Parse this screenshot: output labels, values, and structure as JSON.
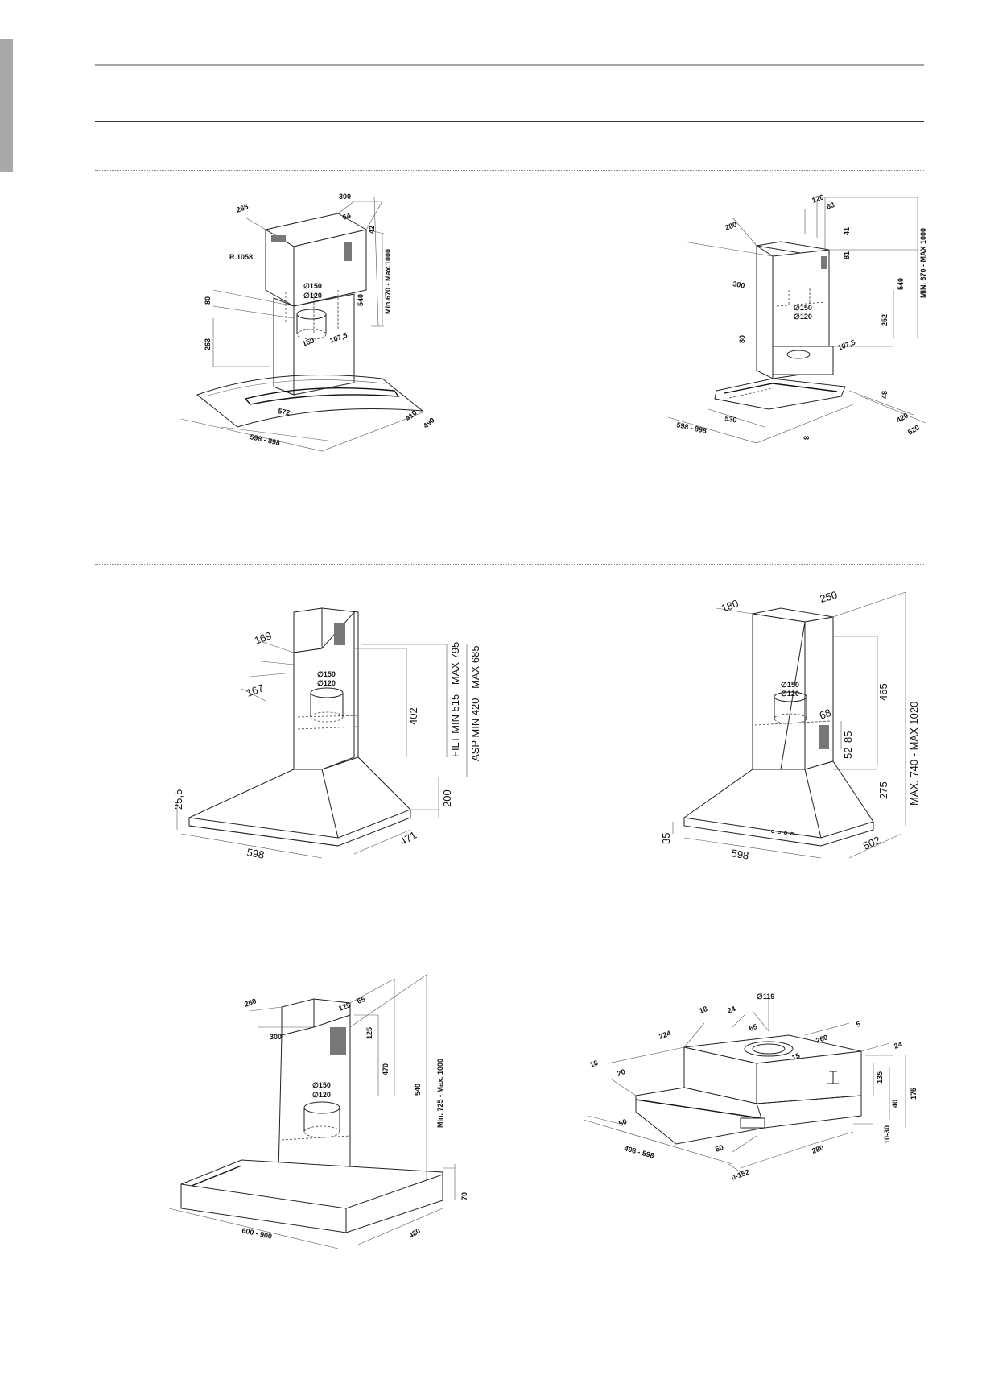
{
  "colors": {
    "accent_tab": "#a9a9a9",
    "rule": "#a5a5a5",
    "line": "#222222"
  },
  "hood_1": {
    "top_width": "300",
    "top_depth": "265",
    "offset": "64",
    "top_height": "42",
    "radius": "R.1058",
    "height_range": "Min.670 - Max.1000",
    "duct_150": "∅150",
    "duct_120": "∅120",
    "height_540": "540",
    "dim_80": "80",
    "dim_263": "263",
    "dim_150": "150",
    "dim_107_5": "107,5",
    "glass_width": "572",
    "total_width": "598 - 898",
    "depth_410": "410",
    "depth_490": "490"
  },
  "hood_2": {
    "dim_126": "126",
    "dim_63": "63",
    "dim_41": "41",
    "dim_81": "81",
    "depth_280": "280",
    "width_300": "300",
    "height_range": "MIN. 670 - MAX 1000",
    "height_540": "540",
    "duct_150": "∅150",
    "duct_120": "∅120",
    "dim_252": "252",
    "dim_80": "80",
    "dim_107_5": "107,5",
    "dim_48": "48",
    "dim_530": "530",
    "total_width": "598 - 898",
    "dim_8": "8",
    "depth_420": "420",
    "depth_520": "520"
  },
  "hood_3": {
    "dim_169": "169",
    "dim_167": "167",
    "duct_150": "∅150",
    "duct_120": "∅120",
    "height_402": "402",
    "filt_range": "FILT MIN 515 - MAX 795",
    "asp_range": "ASP MIN 420 - MAX 685",
    "height_200": "200",
    "dim_25_5": "25,5",
    "width_598": "598",
    "depth_471": "471"
  },
  "hood_4": {
    "depth_180": "180",
    "width_250": "250",
    "height_465": "465",
    "duct_150": "∅150",
    "duct_120": "∅120",
    "dim_68": "68",
    "dim_85": "85",
    "dim_52": "52",
    "height_275": "275",
    "height_range": "MAX. 740 - MAX 1020",
    "dim_35": "35",
    "width_598": "598",
    "depth_502": "502"
  },
  "hood_5": {
    "depth_260": "260",
    "dim_125": "125",
    "dim_65": "65",
    "width_300": "300",
    "dim_125b": "125",
    "height_470": "470",
    "height_540": "540",
    "height_range": "Min. 725 - Max. 1000",
    "duct_150": "∅150",
    "duct_120": "∅120",
    "total_width": "600 - 900",
    "depth_480": "480",
    "height_70": "70"
  },
  "hood_6": {
    "duct_119": "∅119",
    "dim_18a": "18",
    "dim_224": "224",
    "dim_18b": "18",
    "dim_24a": "24",
    "dim_65": "65",
    "dim_260": "260",
    "dim_5": "5",
    "dim_24b": "24",
    "dim_15": "15",
    "dim_135": "135",
    "dim_20": "20",
    "dim_40": "40",
    "dim_175": "175",
    "dim_50a": "50",
    "total_width": "498 - 598",
    "dim_50b": "50",
    "dim_280": "280",
    "dim_10_30": "10-30",
    "dim_0_152": "0-152"
  }
}
